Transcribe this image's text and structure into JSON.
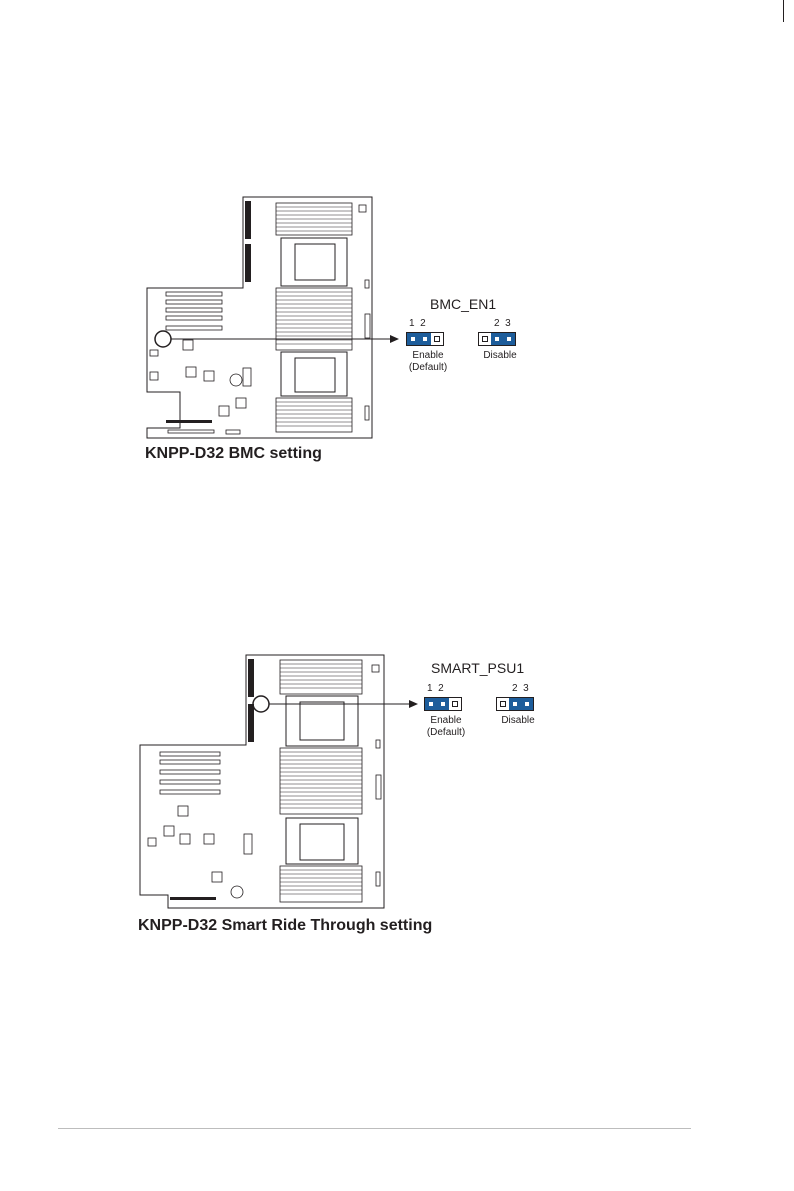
{
  "sections": [
    {
      "jumper_name": "BMC_EN1",
      "caption": "KNPP-D32 BMC setting",
      "pins_left": "1  2",
      "pins_right": "2  3",
      "enable_label": "Enable",
      "default_label": "(Default)",
      "disable_label": "Disable"
    },
    {
      "jumper_name": "SMART_PSU1",
      "caption": "KNPP-D32 Smart Ride Through setting",
      "pins_left": "1  2",
      "pins_right": "2  3",
      "enable_label": "Enable",
      "default_label": "(Default)",
      "disable_label": "Disable"
    }
  ],
  "colors": {
    "jumper_cap": "#1d5d9b",
    "line": "#231f20"
  }
}
